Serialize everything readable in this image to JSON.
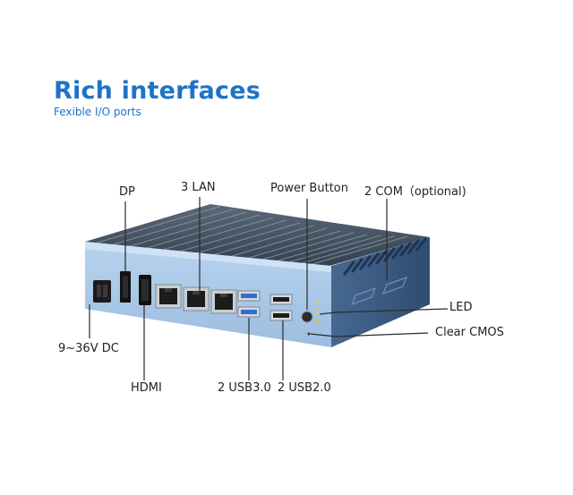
{
  "heading": {
    "title": "Rich interfaces",
    "subtitle": "Fexible I/O ports"
  },
  "labels": {
    "dp": "DP",
    "lan": "3 LAN",
    "power": "Power Button",
    "com": "2 COM（optional)",
    "led": "LED",
    "cmos": "Clear CMOS",
    "dc": "9~36V DC",
    "hdmi": "HDMI",
    "usb3": "2 USB3.0",
    "usb2": "2 USB2.0"
  },
  "colors": {
    "brand": "#1e73c8",
    "front_panel": "#a9c7e6",
    "chassis": "#3d5f8e",
    "leader_line": "#2a2a2a"
  }
}
